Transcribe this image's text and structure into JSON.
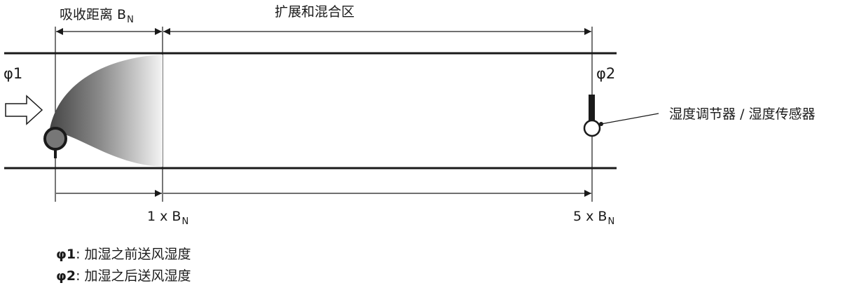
{
  "header": {
    "absorption_label": "吸收距离 B",
    "absorption_sub": "N",
    "mixing_label": "扩展和混合区"
  },
  "markers": {
    "phi1": "φ1",
    "phi2": "φ2"
  },
  "scale": {
    "tick1_prefix": "1 x B",
    "tick1_sub": "N",
    "tick5_prefix": "5 x B",
    "tick5_sub": "N"
  },
  "sensor": {
    "label": "湿度调节器 / 湿度传感器"
  },
  "legend": [
    {
      "symbol": "φ1",
      "text": ": 加湿之前送风湿度"
    },
    {
      "symbol": "φ2",
      "text": ": 加湿之后送风湿度"
    }
  ]
}
